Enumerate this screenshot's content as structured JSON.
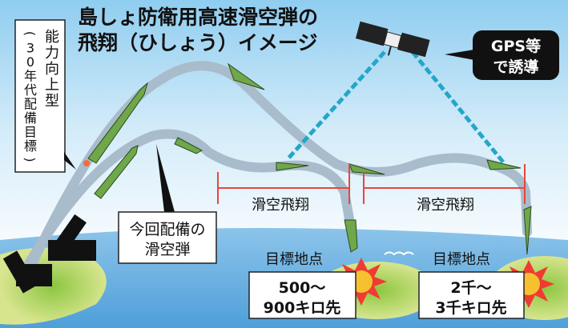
{
  "title": {
    "line1": "島しょ防衛用高速滑空弾の",
    "line2": "飛翔（ひしょう）イメージ"
  },
  "labels": {
    "upgraded": {
      "line1": "能力向上型",
      "line2": "（30年代配備目標）",
      "chars": [
        "能",
        "力",
        "向",
        "上",
        "型"
      ],
      "chars2": [
        "(",
        "3",
        "0",
        "年",
        "代",
        "配",
        "備",
        "目",
        "標",
        ")"
      ]
    },
    "current": {
      "line1": "今回配備の",
      "line2": "滑空弾"
    },
    "gps": {
      "line1": "GPS等",
      "line2": "で誘導"
    },
    "glide_left": "滑空飛翔",
    "glide_right": "滑空飛翔",
    "target_left": {
      "heading": "目標地点",
      "line1": "500～",
      "line2": "900キロ先"
    },
    "target_right": {
      "heading": "目標地点",
      "line1": "2千～",
      "line2": "3千キロ先"
    }
  },
  "colors": {
    "sky_top": "#8fcdf0",
    "sea": "#5ea8dd",
    "missile": "#6fa84a",
    "trajectory": "#a9bccb",
    "gps_beam": "#22a7c9",
    "range_line": "#e8463c",
    "explosion": "#ef3b32"
  }
}
